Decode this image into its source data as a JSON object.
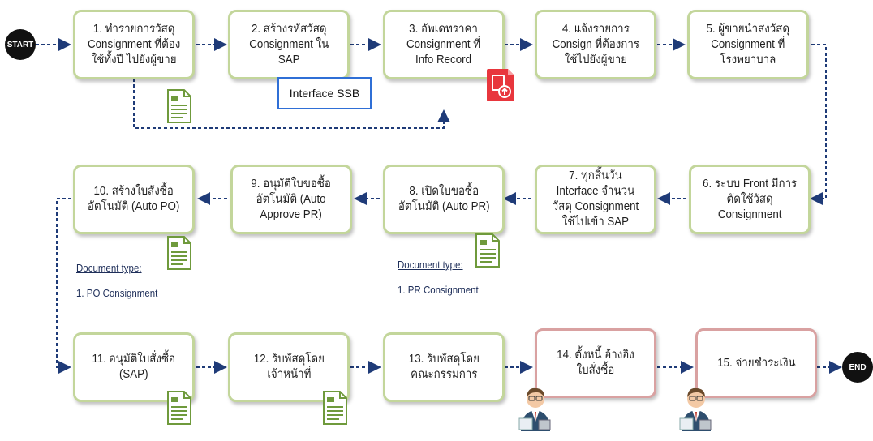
{
  "start_label": "START",
  "end_label": "END",
  "steps": [
    {
      "text": "1. ทำรายการวัสดุ\nConsignment ที่ต้อง\nใช้ทั้งปี ไปยังผู้ขาย"
    },
    {
      "text": "2. สร้างรหัสวัสดุ\nConsignment ใน\nSAP"
    },
    {
      "text": "3. อัพเดทราคา\nConsignment ที่\nInfo Record"
    },
    {
      "text": "4. แจ้งรายการ\nConsign ที่ต้องการ\nใช้ไปยังผู้ขาย"
    },
    {
      "text": "5. ผู้ขายนำส่งวัสดุ\nConsignment ที่\nโรงพยาบาล"
    },
    {
      "text": "6. ระบบ Front มีการ\nตัดใช้วัสดุ\nConsignment"
    },
    {
      "text": "7. ทุกสิ้นวัน\nInterface จำนวน\nวัสดุ Consignment\nใช้ไปเข้า SAP"
    },
    {
      "text": "8. เปิดใบขอซื้อ\nอัตโนมัติ (Auto PR)"
    },
    {
      "text": "9. อนุมัติใบขอซื้อ\nอัตโนมัติ (Auto\nApprove PR)"
    },
    {
      "text": "10. สร้างใบสั่งซื้อ\nอัตโนมัติ (Auto PO)"
    },
    {
      "text": "11. อนุมัติใบสั่งซื้อ\n(SAP)"
    },
    {
      "text": "12. รับพัสดุโดย\nเจ้าหน้าที่"
    },
    {
      "text": "13. รับพัสดุโดย\nคณะกรรมการ"
    },
    {
      "text": "14. ตั้งหนี้ อ้างอิง\nใบสั่งซื้อ"
    },
    {
      "text": "15. จ่ายชำระเงิน"
    }
  ],
  "interface_label": "Interface SSB",
  "notes": {
    "po_doc_type": "Document type:",
    "po_doc_item": "1.  PO Consignment",
    "pr_doc_type": "Document type:",
    "pr_doc_item": "1.  PR Consignment"
  },
  "icons": [
    "document-icon",
    "pdf-upload-icon",
    "accountant-person-icon"
  ],
  "colors": {
    "box_border_green": "#c3d69b",
    "box_border_red": "#d9a1a1",
    "arrow_blue": "#1f3b78",
    "interface_border": "#2f6fd6",
    "pdf_red": "#e8363d"
  }
}
